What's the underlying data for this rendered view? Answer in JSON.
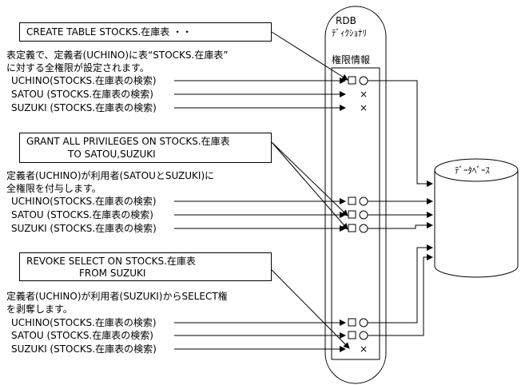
{
  "rdb_dictionary": {
    "title_line1": "RDB",
    "title_line2": "ﾃﾞｨｸｼｮﾅﾘ",
    "auth_info_label": "権限情報"
  },
  "database_label": "ﾃﾞｰﾀﾍﾞｰｽ",
  "sections": [
    {
      "statement_lines": [
        "CREATE TABLE STOCKS.在庫表 ・・"
      ],
      "description_lines": [
        "表定義で、定義者(UCHINO)に表“STOCKS.在庫表”",
        "に対する全権限が設定されます。"
      ],
      "users": [
        {
          "text": "UCHINO(STOCKS.在庫表の検索)",
          "access": "granted"
        },
        {
          "text": "SATOU   (STOCKS.在庫表の検索)",
          "access": "denied"
        },
        {
          "text": "SUZUKI (STOCKS.在庫表の検索)",
          "access": "denied"
        }
      ]
    },
    {
      "statement_lines": [
        "GRANT  ALL  PRIVILEGES  ON  STOCKS.在庫表",
        "TO  SATOU,SUZUKI"
      ],
      "description_lines": [
        "定義者(UCHINO)が利用者(SATOUとSUZUKI)に",
        "全権限を付与します。"
      ],
      "users": [
        {
          "text": "UCHINO(STOCKS.在庫表の検索)",
          "access": "granted"
        },
        {
          "text": "SATOU   (STOCKS.在庫表の検索)",
          "access": "granted"
        },
        {
          "text": "SUZUKI (STOCKS.在庫表の検索)",
          "access": "granted"
        }
      ]
    },
    {
      "statement_lines": [
        "REVOKE  SELECT  ON STOCKS.在庫表",
        "FROM  SUZUKI"
      ],
      "description_lines": [
        "定義者(UCHINO)が利用者(SUZUKI)からSELECT権",
        "を剥奪します。"
      ],
      "users": [
        {
          "text": "UCHINO(STOCKS.在庫表の検索)",
          "access": "granted"
        },
        {
          "text": "SATOU   (STOCKS.在庫表の検索)",
          "access": "granted"
        },
        {
          "text": "SUZUKI (STOCKS.在庫表の検索)",
          "access": "denied"
        }
      ]
    }
  ],
  "denied_mark": "×"
}
